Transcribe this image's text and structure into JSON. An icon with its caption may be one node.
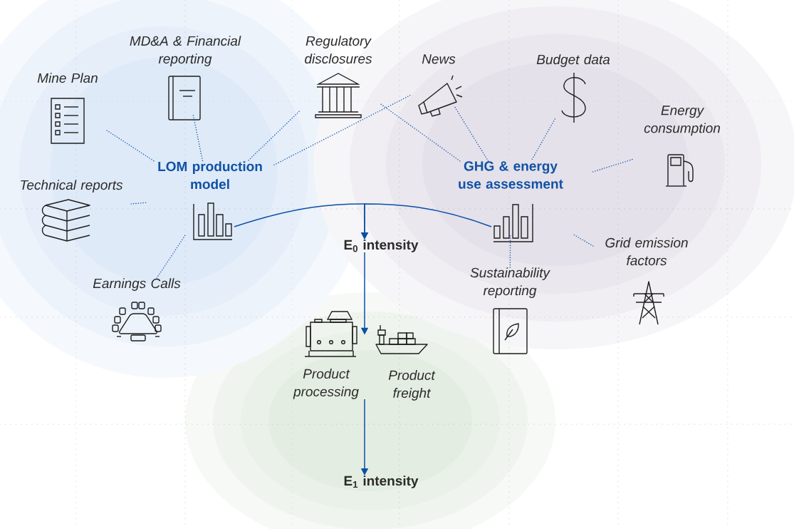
{
  "diagram": {
    "nodes": [
      {
        "text": [
          "LOM production model"
        ]
      },
      {
        "text": [
          "Mine Plan"
        ]
      },
      {
        "text": [
          "MD&A & Financial reporting"
        ]
      },
      {
        "text": [
          "Regulatory disclosures"
        ]
      },
      {
        "text": [
          "News"
        ]
      },
      {
        "text": [
          "Technical reports"
        ]
      },
      {
        "text": [
          "Earnings Calls"
        ]
      },
      {
        "text": [
          "GHG & energy use assessment"
        ]
      },
      {
        "text": [
          "Budget data"
        ]
      },
      {
        "text": [
          "Energy consumption"
        ]
      },
      {
        "text": [
          "Grid emission factors"
        ]
      },
      {
        "text": [
          "Sustainability reporting"
        ]
      },
      {
        "text": [
          "E$_{0}$ intensity"
        ]
      },
      {
        "text": [
          "Product processing"
        ]
      },
      {
        "text": [
          "Product freight"
        ]
      },
      {
        "text": [
          "E$_{1}$ intensity"
        ]
      }
    ],
    "edges": [
      {
        "from": 1,
        "to": 0,
        "arrow": "none",
        "style": "dashed"
      },
      {
        "from": 2,
        "to": 0,
        "arrow": "none",
        "style": "dashed"
      },
      {
        "from": 3,
        "to": 0,
        "arrow": "none",
        "style": "dashed"
      },
      {
        "from": 4,
        "to": 0,
        "arrow": "none",
        "style": "dashed"
      },
      {
        "from": 5,
        "to": 0,
        "arrow": "none",
        "style": "dashed"
      },
      {
        "from": 6,
        "to": 0,
        "arrow": "none",
        "style": "dashed"
      },
      {
        "from": 3,
        "to": 7,
        "arrow": "none",
        "style": "dashed"
      },
      {
        "from": 4,
        "to": 7,
        "arrow": "none",
        "style": "dashed"
      },
      {
        "from": 8,
        "to": 7,
        "arrow": "none",
        "style": "dashed"
      },
      {
        "from": 9,
        "to": 7,
        "arrow": "none",
        "style": "dashed"
      },
      {
        "from": 10,
        "to": 7,
        "arrow": "none",
        "style": "dashed"
      },
      {
        "from": 11,
        "to": 7,
        "arrow": "none",
        "style": "dashed"
      },
      {
        "from": 0,
        "to": 12,
        "arrow": "to"
      },
      {
        "from": 7,
        "to": 12,
        "arrow": "to"
      },
      {
        "from": 12,
        "to": 13,
        "arrow": "to"
      },
      {
        "from": 12,
        "to": 14,
        "arrow": "to"
      },
      {
        "from": 13,
        "to": 15,
        "arrow": "to"
      }
    ]
  }
}
